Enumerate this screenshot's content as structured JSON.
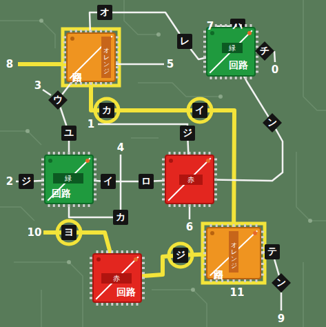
{
  "diagram": {
    "nodes": [
      {
        "text": [
          "オ"
        ]
      },
      {
        "text": [
          "ハ"
        ]
      },
      {
        "text": [
          "オレンジ",
          "回路"
        ]
      },
      {
        "text": [
          "緑",
          "回路"
        ]
      },
      {
        "text": [
          "レ"
        ]
      },
      {
        "text": [
          "チ"
        ]
      },
      {
        "text": [
          "ウ"
        ]
      },
      {
        "text": [
          "カ"
        ]
      },
      {
        "text": [
          "イ"
        ]
      },
      {
        "text": [
          "ン"
        ]
      },
      {
        "text": [
          "ユ"
        ]
      },
      {
        "text": [
          "ジ"
        ]
      },
      {
        "text": [
          "緑",
          "回路"
        ]
      },
      {
        "text": [
          "ジ"
        ]
      },
      {
        "text": [
          "イ"
        ]
      },
      {
        "text": [
          "ロ"
        ]
      },
      {
        "text": [
          "赤"
        ]
      },
      {
        "text": [
          "カ"
        ]
      },
      {
        "text": [
          "ヨ"
        ]
      },
      {
        "text": [
          "オレンジ",
          "回路"
        ]
      },
      {
        "text": [
          "テ"
        ]
      },
      {
        "text": [
          "ジ"
        ]
      },
      {
        "text": [
          "赤",
          "回路"
        ]
      },
      {
        "text": [
          "ン"
        ]
      }
    ],
    "edges": [
      {
        "from": 0,
        "to": 2,
        "arrow": "none"
      },
      {
        "from": 0,
        "to": 4,
        "arrow": "none"
      },
      {
        "from": 4,
        "to": 3,
        "arrow": "none"
      },
      {
        "from": 1,
        "to": 3,
        "arrow": "none"
      },
      {
        "from": 3,
        "to": 5,
        "arrow": "none"
      },
      {
        "from": 2,
        "to": 6,
        "arrow": "none"
      },
      {
        "from": 2,
        "to": 7,
        "arrow": "none"
      },
      {
        "from": 7,
        "to": 8,
        "arrow": "none"
      },
      {
        "from": 8,
        "to": 19,
        "arrow": "none"
      },
      {
        "from": 3,
        "to": 9,
        "arrow": "none"
      },
      {
        "from": 9,
        "to": 16,
        "arrow": "none"
      },
      {
        "from": 6,
        "to": 10,
        "arrow": "none"
      },
      {
        "from": 10,
        "to": 12,
        "arrow": "none"
      },
      {
        "from": 11,
        "to": 16,
        "arrow": "none"
      },
      {
        "from": 13,
        "to": 12,
        "arrow": "none"
      },
      {
        "from": 12,
        "to": 14,
        "arrow": "none"
      },
      {
        "from": 14,
        "to": 15,
        "arrow": "none"
      },
      {
        "from": 15,
        "to": 16,
        "arrow": "none"
      },
      {
        "from": 12,
        "to": 17,
        "arrow": "none"
      },
      {
        "from": 18,
        "to": 22,
        "arrow": "none"
      },
      {
        "from": 22,
        "to": 21,
        "arrow": "none"
      },
      {
        "from": 21,
        "to": 19,
        "arrow": "none"
      },
      {
        "from": 19,
        "to": 20,
        "arrow": "none"
      },
      {
        "from": 20,
        "to": 23,
        "arrow": "none"
      }
    ],
    "labels": [
      "8",
      "5",
      "7",
      "0",
      "3",
      "1",
      "4",
      "2",
      "6",
      "10",
      "11",
      "9"
    ]
  }
}
